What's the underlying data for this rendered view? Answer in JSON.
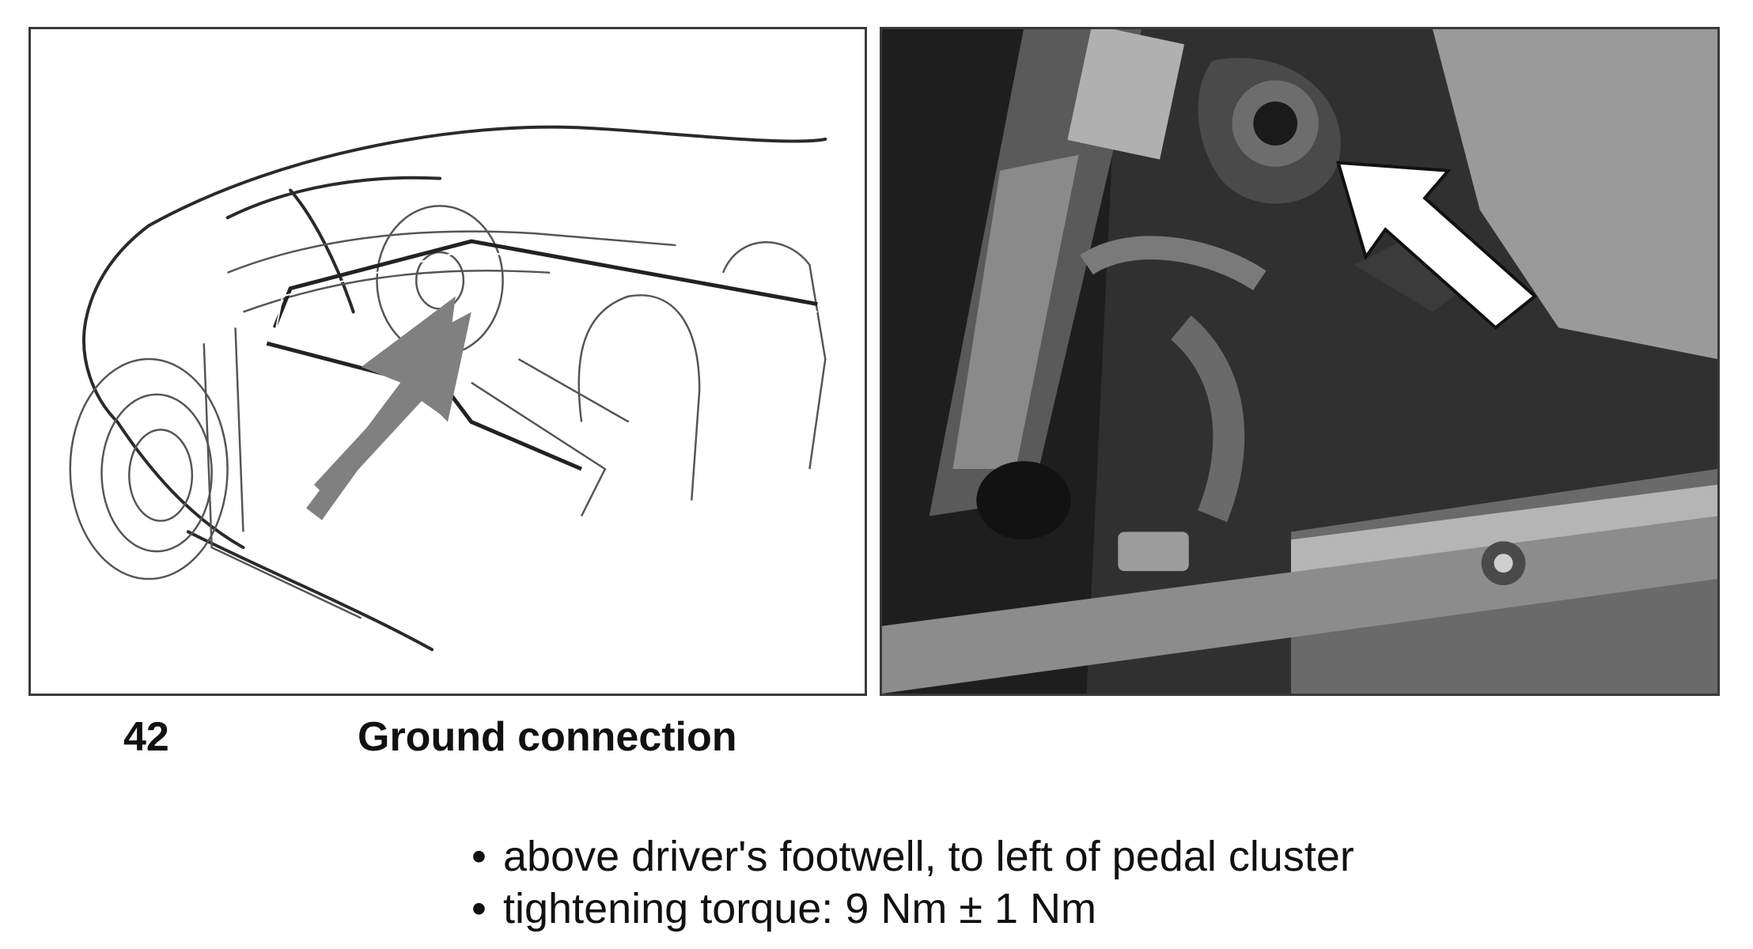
{
  "figure": {
    "number": "42",
    "title": "Ground connection"
  },
  "notes": [
    "above driver's footwell, to left of pedal cluster",
    "tightening torque: 9 Nm ± 1 Nm"
  ],
  "colors": {
    "illustration_arrow": "#808080",
    "photo_arrow": "#ffffff"
  },
  "icons": {
    "illustration_arrow": "arrow-up-right-icon",
    "photo_arrow": "arrow-up-left-icon"
  }
}
